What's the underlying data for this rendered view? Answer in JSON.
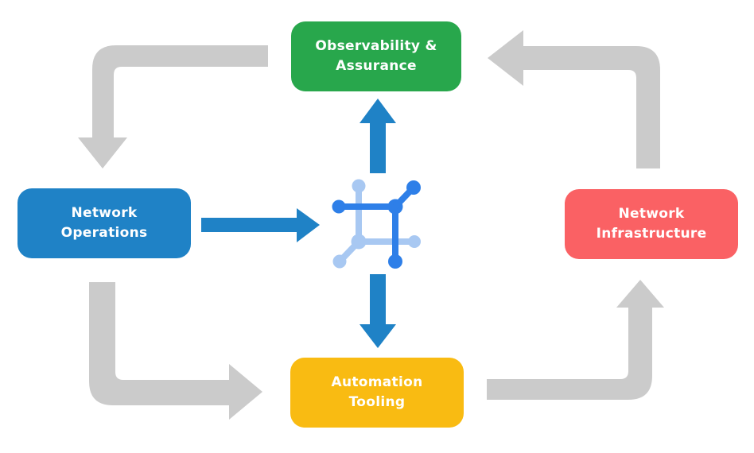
{
  "diagram": {
    "nodes": {
      "observability": {
        "label": "Observability &\nAssurance",
        "color": "#28A74C"
      },
      "operations": {
        "label": "Network\nOperations",
        "color": "#1F82C6"
      },
      "infrastructure": {
        "label": "Network\nInfrastructure",
        "color": "#FA6164"
      },
      "automation": {
        "label": "Automation\nTooling",
        "color": "#F9BB12"
      }
    },
    "colors": {
      "background": "#FFFFFF",
      "node_text": "#FFFFFF",
      "cycle_arrow_gray": "#CBCBCB",
      "flow_arrow_blue": "#1F82C6",
      "icon_dark_blue": "#2E7FE8",
      "icon_light_blue": "#A8C8F2"
    },
    "icon": {
      "name": "network-platform-icon"
    }
  }
}
